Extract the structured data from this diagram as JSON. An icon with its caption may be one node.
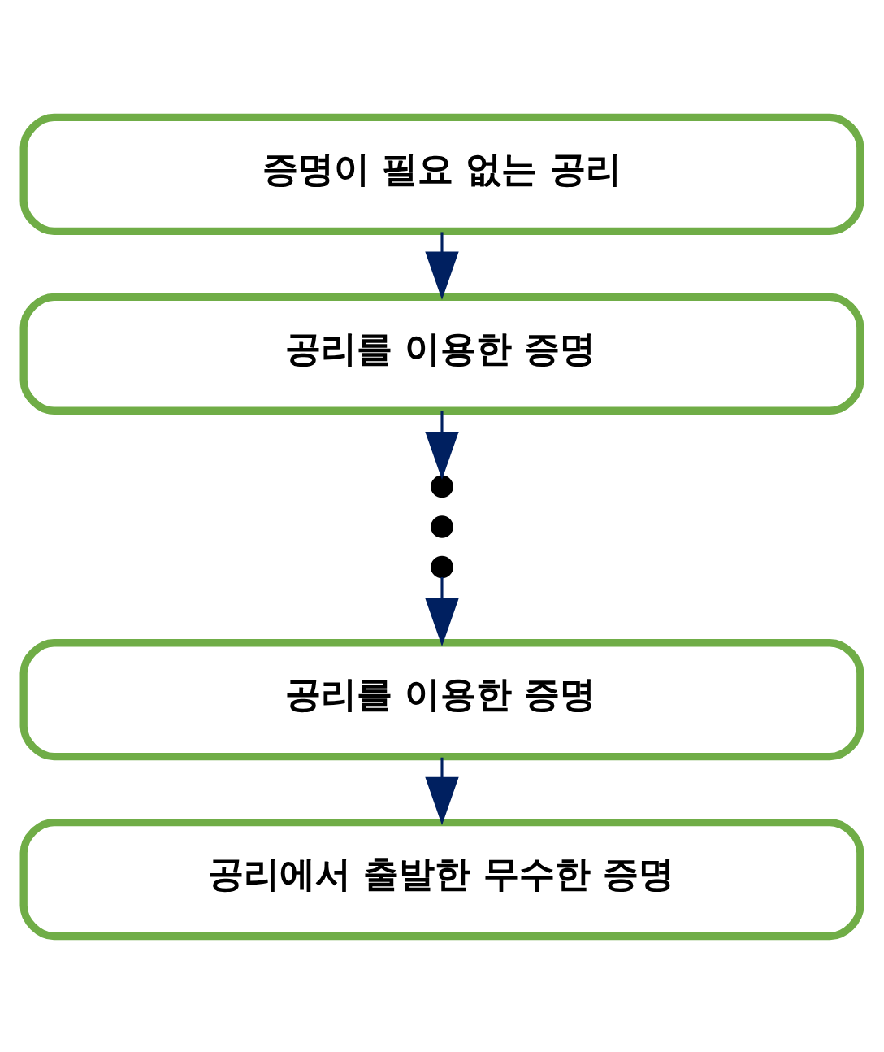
{
  "diagram": {
    "nodes": [
      {
        "text": [
          "증명이 필요 없는 공리"
        ]
      },
      {
        "text": [
          "공리를 이용한 증명"
        ]
      },
      {
        "text": [],
        "shape": "circle"
      },
      {
        "text": [],
        "shape": "circle"
      },
      {
        "text": [],
        "shape": "circle"
      },
      {
        "text": [
          "공리를 이용한 증명"
        ]
      },
      {
        "text": [
          "공리에서 출발한 무수한 증명"
        ]
      }
    ],
    "edges": [
      {
        "from": 0,
        "to": 1,
        "arrow": "to"
      },
      {
        "from": 1,
        "to": 2,
        "arrow": "to"
      },
      {
        "from": 4,
        "to": 5,
        "arrow": "to"
      },
      {
        "from": 5,
        "to": 6,
        "arrow": "to"
      }
    ]
  }
}
